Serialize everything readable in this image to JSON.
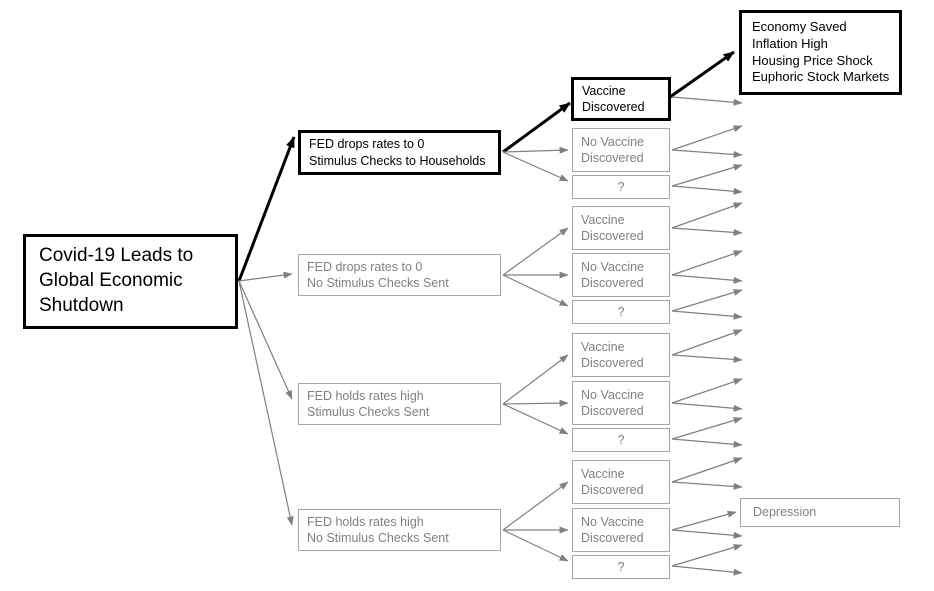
{
  "diagram": {
    "title": "Covid-19 Economic Scenario Decision Tree",
    "colors": {
      "highlight": "#000000",
      "dim_text": "#808080",
      "dim_border": "#a6a6a6",
      "edge_dim": "#808080",
      "edge_hot": "#000000",
      "background": "#ffffff"
    }
  },
  "root": {
    "label": "Covid-19 Leads to\nGlobal Economic\nShutdown",
    "state": "highlight"
  },
  "policies": [
    {
      "label": "FED drops rates to 0\nStimulus Checks to Households",
      "state": "highlight"
    },
    {
      "label": "FED drops rates to 0\nNo Stimulus Checks Sent",
      "state": "dim"
    },
    {
      "label": "FED holds rates high\nStimulus Checks Sent",
      "state": "dim"
    },
    {
      "label": "FED holds rates high\nNo Stimulus Checks Sent",
      "state": "dim"
    }
  ],
  "vaccine_states": [
    [
      {
        "label": "Vaccine\nDiscovered",
        "state": "highlight",
        "align": "left"
      },
      {
        "label": "No Vaccine\nDiscovered",
        "state": "dim",
        "align": "left"
      },
      {
        "label": "?",
        "state": "dim",
        "align": "center"
      }
    ],
    [
      {
        "label": "Vaccine\nDiscovered",
        "state": "dim",
        "align": "left"
      },
      {
        "label": "No Vaccine\nDiscovered",
        "state": "dim",
        "align": "left"
      },
      {
        "label": "?",
        "state": "dim",
        "align": "center"
      }
    ],
    [
      {
        "label": "Vaccine\nDiscovered",
        "state": "dim",
        "align": "left"
      },
      {
        "label": "No Vaccine\nDiscovered",
        "state": "dim",
        "align": "left"
      },
      {
        "label": "?",
        "state": "dim",
        "align": "center"
      }
    ],
    [
      {
        "label": "Vaccine\nDiscovered",
        "state": "dim",
        "align": "left"
      },
      {
        "label": "No Vaccine\nDiscovered",
        "state": "dim",
        "align": "left"
      },
      {
        "label": "?",
        "state": "dim",
        "align": "center"
      }
    ]
  ],
  "outcomes": [
    {
      "label": "Economy Saved\nInflation High\nHousing Price Shock\nEuphoric Stock Markets",
      "state": "highlight"
    },
    {
      "label": "Depression",
      "state": "dim"
    }
  ]
}
